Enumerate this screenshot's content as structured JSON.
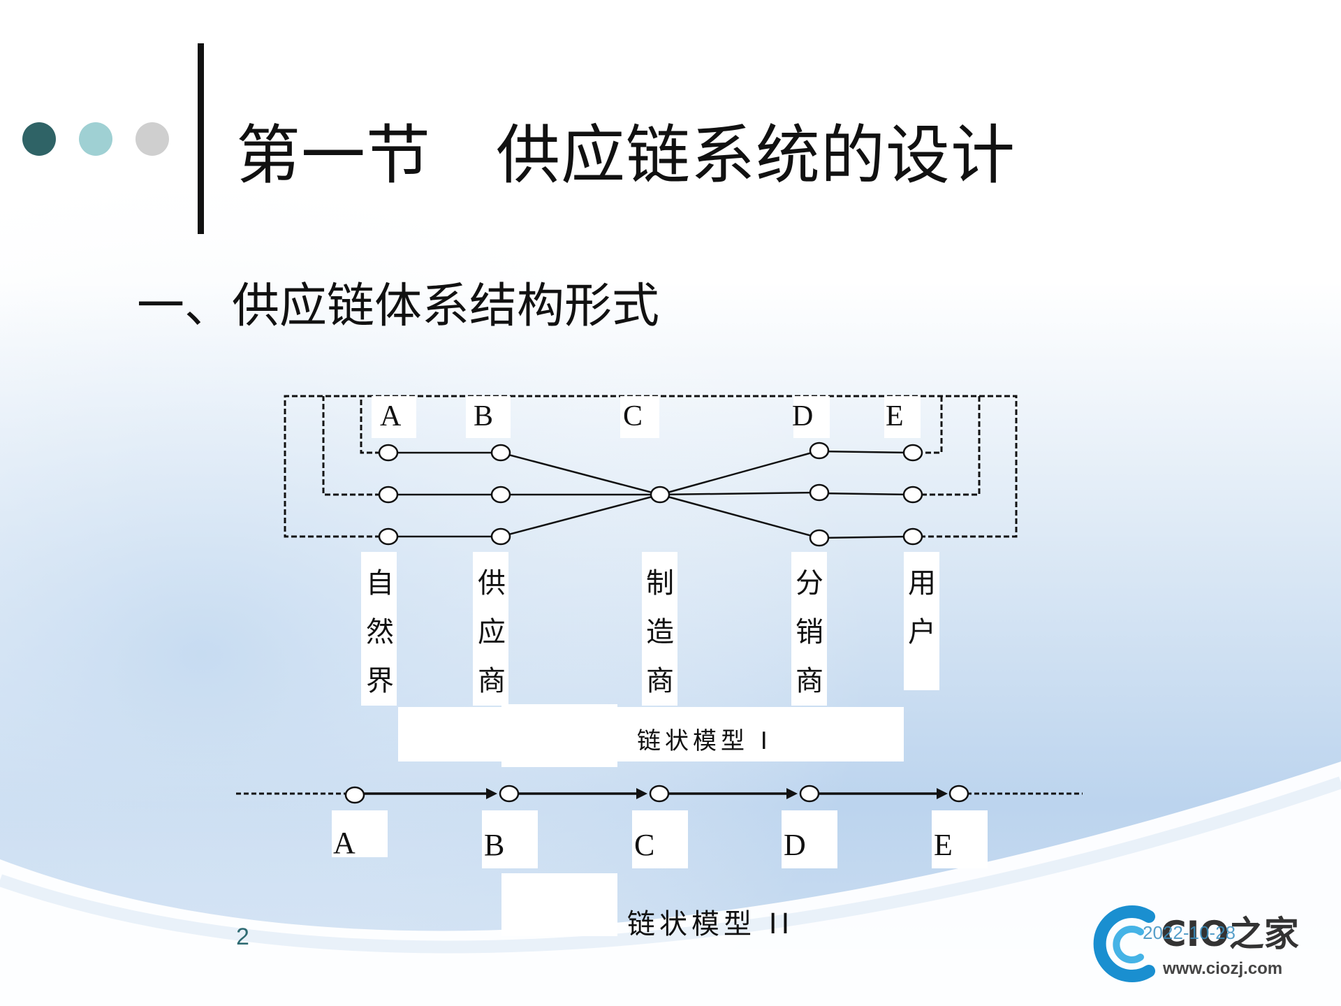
{
  "slide": {
    "title": "第一节　供应链系统的设计",
    "subtitle": "一、供应链体系结构形式",
    "page_number": "2",
    "date": "2022-10-28"
  },
  "colors": {
    "dot_dark": "#2f6366",
    "dot_light": "#9fd0d3",
    "dot_gray": "#cfcfcf",
    "accent_blue": "#1a8fd0"
  },
  "logo": {
    "brand": "CIO之家",
    "url": "www.ciozj.com"
  },
  "diagram": {
    "model1": {
      "node_letters": [
        "A",
        "B",
        "C",
        "D",
        "E"
      ],
      "stage_labels": [
        [
          "自",
          "然",
          "界"
        ],
        [
          "供",
          "应",
          "商"
        ],
        [
          "制",
          "造",
          "商"
        ],
        [
          "分",
          "销",
          "商"
        ],
        [
          "用",
          "户"
        ]
      ],
      "caption": "链状模型 I"
    },
    "model2": {
      "node_letters": [
        "A",
        "B",
        "C",
        "D",
        "E"
      ],
      "caption": "链状模型 II"
    }
  }
}
